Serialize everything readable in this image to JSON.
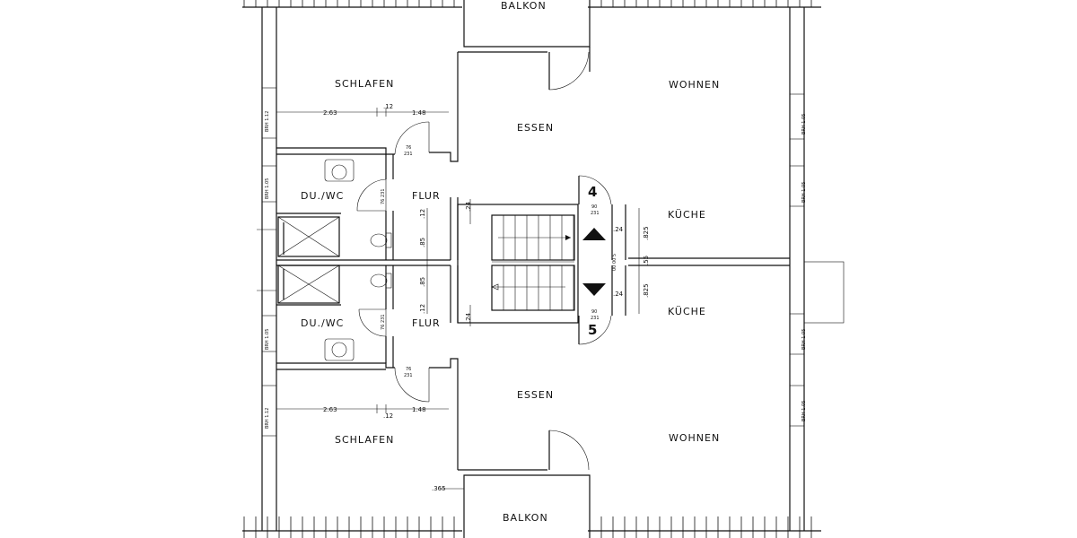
{
  "rooms": {
    "balkon_top": "BALKON",
    "balkon_bottom": "BALKON",
    "schlafen_top": "SCHLAFEN",
    "schlafen_bottom": "SCHLAFEN",
    "wohnen_top": "WOHNEN",
    "wohnen_bottom": "WOHNEN",
    "essen_top": "ESSEN",
    "essen_bottom": "ESSEN",
    "du_wc_top": "DU./WC",
    "du_wc_bottom": "DU./WC",
    "flur_top": "FLUR",
    "flur_bottom": "FLUR",
    "kueche_top": "KÜCHE",
    "kueche_bottom": "KÜCHE"
  },
  "apartment_numbers": {
    "upper": "4",
    "lower": "5"
  },
  "dimensions": {
    "schlafen_width_top": "2.63",
    "wall_top": ".12",
    "flur_width_top": "1.48",
    "schlafen_width_bottom": "2.63",
    "wall_bottom": ".12",
    "flur_width_bottom": "1.48",
    "door_top_w": "76",
    "door_top_h": "231",
    "door_bottom_w": "76",
    "door_bottom_h": "231",
    "duwc_door_top": "76 231",
    "duwc_door_bottom": "76 231",
    "entry_door_top_w": "90",
    "entry_door_top_h": "231",
    "entry_door_bottom_w": "90",
    "entry_door_bottom_h": "231",
    "flur_a": ".12",
    "flur_b": ".85",
    "flur_c": ".85",
    "flur_d": ".12",
    "stair_a": ".24",
    "stair_b": ".24",
    "kueche_a": ".24",
    "kueche_b": ".825",
    "kueche_c": ".55",
    "kueche_d": ".825",
    "kueche_e": ".24",
    "corner": ".365",
    "shaft": "00 00 5"
  },
  "window_labels": {
    "left_1": "BRH 1.12",
    "left_2": "BRH 1.05",
    "left_3": "BRH 1.05",
    "left_4": "BRH 1.12",
    "right_1": "BRH 1.05",
    "right_2": "BRH 1.05",
    "right_3": "BRH 1.05",
    "right_4": "BRH 1.05"
  }
}
